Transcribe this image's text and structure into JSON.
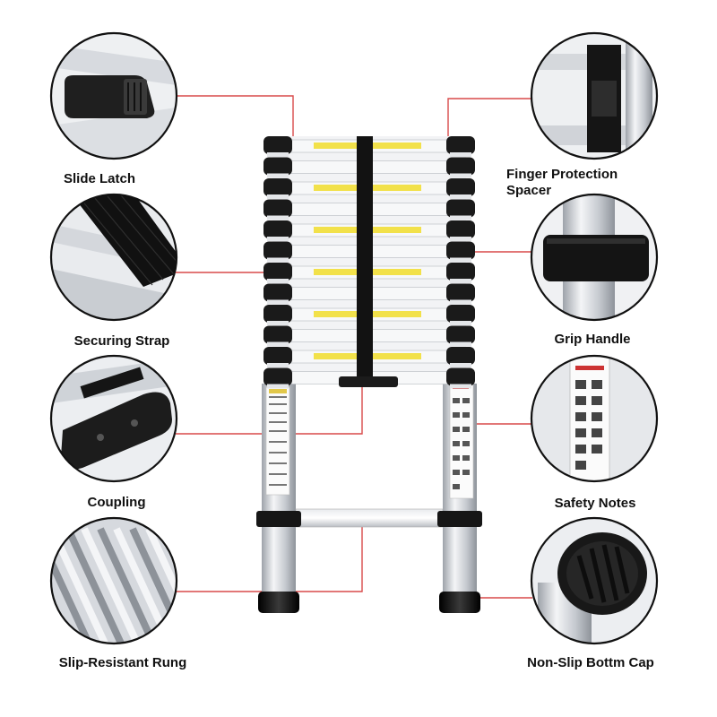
{
  "colors": {
    "connector": "#d94a4a",
    "aluminum": "#c9ccd1",
    "rubber": "#1a1a1a",
    "rung_label": "#f2e14a"
  },
  "callouts": [
    {
      "id": "slide-latch",
      "label": "Slide Latch",
      "icon": "slide-latch-icon"
    },
    {
      "id": "securing-strap",
      "label": "Securing Strap",
      "icon": "securing-strap-icon"
    },
    {
      "id": "coupling",
      "label": "Coupling",
      "icon": "coupling-icon"
    },
    {
      "id": "slip-resistant-rung",
      "label": "Slip-Resistant Rung",
      "icon": "slip-resistant-rung-icon"
    },
    {
      "id": "finger-protection-spacer",
      "label_line1": "Finger Protection",
      "label_line2": "Spacer",
      "icon": "finger-protection-spacer-icon"
    },
    {
      "id": "grip-handle",
      "label": "Grip Handle",
      "icon": "grip-handle-icon"
    },
    {
      "id": "safety-notes",
      "label": "Safety Notes",
      "icon": "safety-notes-icon"
    },
    {
      "id": "non-slip-bottom-cap",
      "label": "Non-Slip Bottm Cap",
      "icon": "non-slip-bottom-cap-icon"
    }
  ]
}
